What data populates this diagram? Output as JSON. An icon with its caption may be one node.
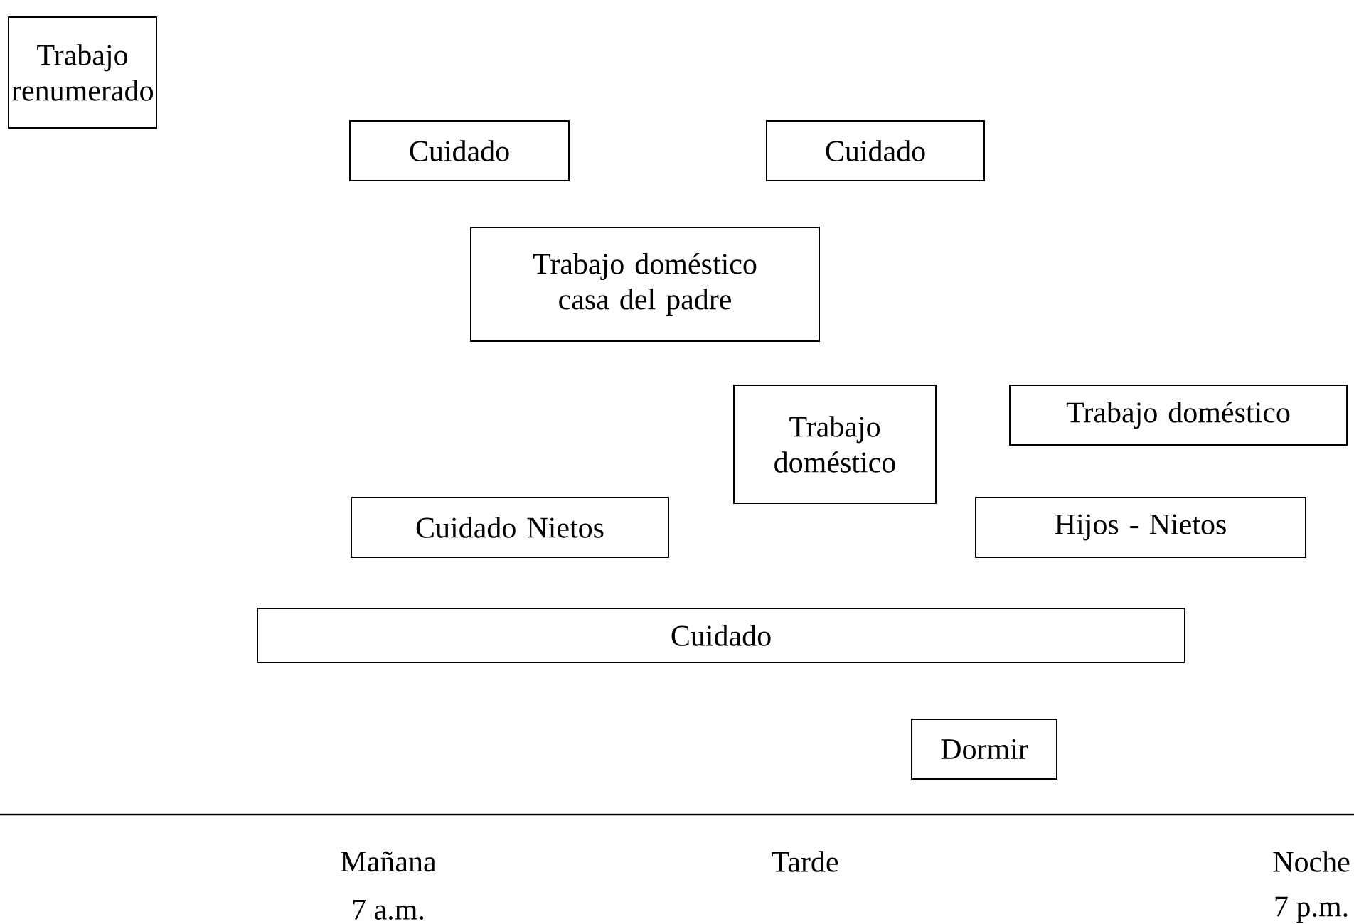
{
  "diagram": {
    "nodes": [
      {
        "text": [
          "Trabajo renumerado"
        ]
      },
      {
        "text": [
          "Cuidado"
        ]
      },
      {
        "text": [
          "Cuidado"
        ]
      },
      {
        "text": [
          "Trabajo doméstico casa del padre"
        ]
      },
      {
        "text": [
          "Trabajo doméstico"
        ]
      },
      {
        "text": [
          "Trabajo doméstico"
        ]
      },
      {
        "text": [
          "Cuidado Nietos"
        ]
      },
      {
        "text": [
          "Hijos - Nietos"
        ]
      },
      {
        "text": [
          "Cuidado"
        ]
      },
      {
        "text": [
          "Dormir"
        ]
      }
    ],
    "labels": [
      "Mañana",
      "Tarde",
      "Noche",
      "7 a.m.",
      "7 p.m."
    ]
  }
}
